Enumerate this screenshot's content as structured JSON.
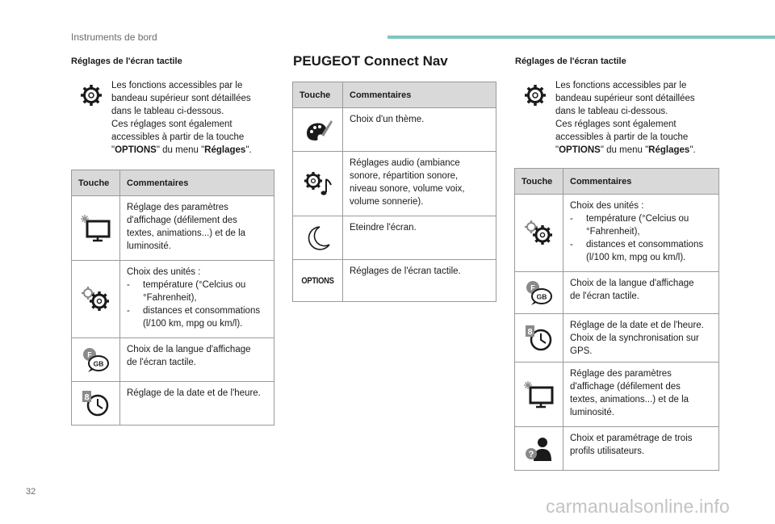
{
  "header": {
    "title": "Instruments de bord"
  },
  "page_number": "32",
  "watermark": "carmanualsonline.info",
  "left": {
    "section_title": "Réglages de l'écran tactile",
    "intro": {
      "line1": "Les fonctions accessibles par le",
      "line2": "bandeau supérieur sont détaillées",
      "line3": "dans le tableau ci-dessous.",
      "line4": "Ces réglages sont également",
      "line5": "accessibles à partir de la touche",
      "q1": "\"",
      "b1": "OPTIONS",
      "mid": "\" du menu \"",
      "b2": "Réglages",
      "end": "\"."
    },
    "table": {
      "col1": "Touche",
      "col2": "Commentaires",
      "rows": [
        {
          "icon": "display-settings-icon",
          "l1": "Réglage des paramètres",
          "l2": "d'affichage (défilement des",
          "l3": "textes, animations...) et de la",
          "l4": "luminosité."
        },
        {
          "icon": "units-gear-icon",
          "l1": "Choix des unités :",
          "b1d": "-",
          "b1": "température (°Celcius ou",
          "b1c": "°Fahrenheit),",
          "b2d": "-",
          "b2": "distances et consommations",
          "b2c": "(l/100 km, mpg ou km/l)."
        },
        {
          "icon": "language-bubble-icon",
          "l1": "Choix de la langue d'affichage",
          "l2": "de l'écran tactile.",
          "badge_f": "F",
          "badge_gb": "GB"
        },
        {
          "icon": "clock-icon",
          "l1": "Réglage de la date et de l'heure.",
          "badge": "8"
        }
      ]
    }
  },
  "middle": {
    "title": "PEUGEOT Connect Nav",
    "table": {
      "col1": "Touche",
      "col2": "Commentaires",
      "rows": [
        {
          "icon": "palette-icon",
          "l1": "Choix d'un thème."
        },
        {
          "icon": "audio-settings-icon",
          "l1": "Réglages audio (ambiance",
          "l2": "sonore, répartition sonore,",
          "l3": "niveau sonore, volume voix,",
          "l4": "volume sonnerie)."
        },
        {
          "icon": "moon-icon",
          "l1": "Eteindre l'écran."
        },
        {
          "icon": "options-label",
          "label": "OPTIONS",
          "l1": "Réglages de l'écran tactile."
        }
      ]
    }
  },
  "right": {
    "section_title": "Réglages de l'écran tactile",
    "intro": {
      "line1": "Les fonctions accessibles par le",
      "line2": "bandeau supérieur sont détaillées",
      "line3": "dans le tableau ci-dessous.",
      "line4": "Ces réglages sont également",
      "line5": "accessibles à partir de la touche",
      "q1": "\"",
      "b1": "OPTIONS",
      "mid": "\" du menu \"",
      "b2": "Réglages",
      "end": "\"."
    },
    "table": {
      "col1": "Touche",
      "col2": "Commentaires",
      "rows": [
        {
          "icon": "units-gear-icon",
          "l1": "Choix des unités :",
          "b1d": "-",
          "b1": "température (°Celcius ou",
          "b1c": "°Fahrenheit),",
          "b2d": "-",
          "b2": "distances et consommations",
          "b2c": "(l/100 km, mpg ou km/l)."
        },
        {
          "icon": "language-bubble-icon",
          "l1": "Choix de la langue d'affichage",
          "l2": "de l'écran tactile.",
          "badge_f": "F",
          "badge_gb": "GB"
        },
        {
          "icon": "clock-icon",
          "l1": "Réglage de la date et de l'heure.",
          "l2": "Choix de la synchronisation sur",
          "l3": "GPS.",
          "badge": "8"
        },
        {
          "icon": "display-settings-icon",
          "l1": "Réglage des paramètres",
          "l2": "d'affichage (défilement des",
          "l3": "textes, animations...) et de la",
          "l4": "luminosité."
        },
        {
          "icon": "user-profile-icon",
          "l1": "Choix et paramétrage de trois",
          "l2": "profils utilisateurs.",
          "badge": "?"
        }
      ]
    }
  },
  "colors": {
    "accent": "#7fc6bd",
    "header_gray": "#d9d9d9",
    "border": "#9a9a9a",
    "badge_gray": "#8a8a8a"
  }
}
